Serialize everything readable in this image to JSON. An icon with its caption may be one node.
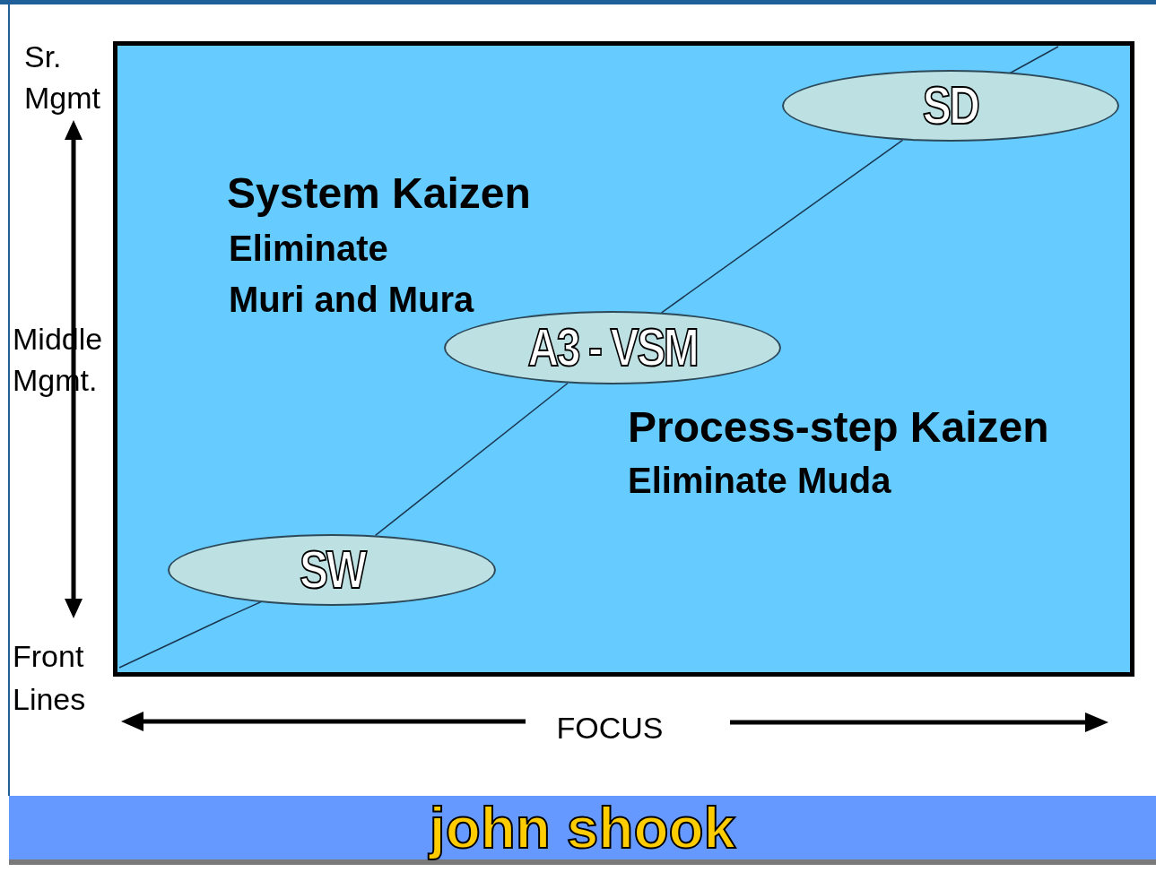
{
  "diagram": {
    "nodes": [
      {
        "text": [
          "SD"
        ]
      },
      {
        "text": [
          "A3 - VSM"
        ]
      },
      {
        "text": [
          "SW"
        ]
      }
    ],
    "edges": [
      {
        "from": 2,
        "to": 1,
        "arrow": "none"
      },
      {
        "from": 1,
        "to": 0,
        "arrow": "none"
      }
    ],
    "labels": [
      "Sr. Mgmt",
      "System Kaizen",
      "Eliminate",
      "Muri and Mura",
      "Middle Mgmt.",
      "Process-step Kaizen",
      "Eliminate Muda",
      "Front Lines",
      "FOCUS",
      "john shook"
    ]
  }
}
